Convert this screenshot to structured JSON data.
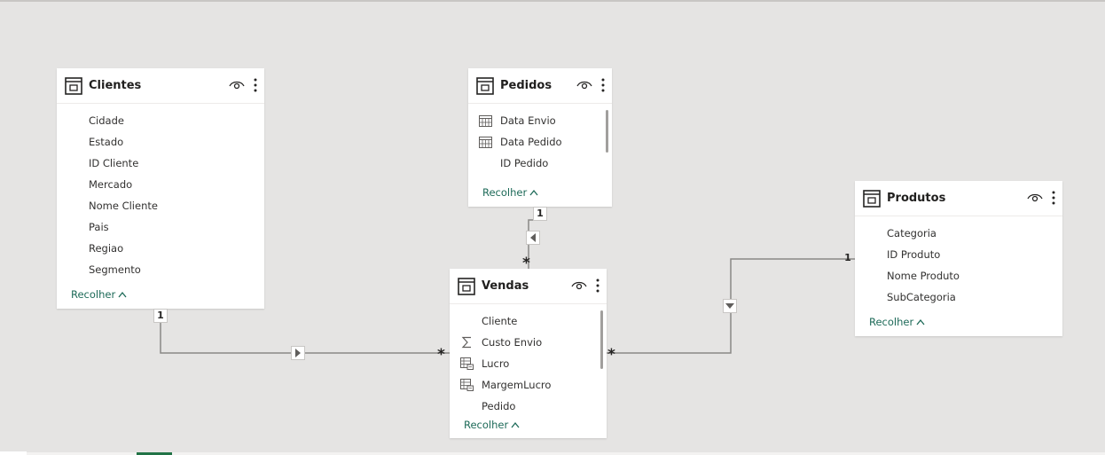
{
  "tables": {
    "clientes": {
      "title": "Clientes",
      "fields": [
        "Cidade",
        "Estado",
        "ID Cliente",
        "Mercado",
        "Nome Cliente",
        "Pais",
        "Regiao",
        "Segmento"
      ],
      "collapse_label": "Recolher"
    },
    "pedidos": {
      "title": "Pedidos",
      "fields": [
        "Data Envio",
        "Data Pedido",
        "ID Pedido"
      ],
      "collapse_label": "Recolher"
    },
    "vendas": {
      "title": "Vendas",
      "fields": [
        "Cliente",
        "Custo Envio",
        "Lucro",
        "MargemLucro",
        "Pedido"
      ],
      "collapse_label": "Recolher"
    },
    "produtos": {
      "title": "Produtos",
      "fields": [
        "Categoria",
        "ID Produto",
        "Nome Produto",
        "SubCategoria"
      ],
      "collapse_label": "Recolher"
    }
  },
  "relationships": {
    "clientes_vendas": {
      "one_label": "1",
      "many_label": "*"
    },
    "pedidos_vendas": {
      "one_label": "1",
      "many_label": "*"
    },
    "produtos_vendas": {
      "one_label": "1",
      "many_label": "*"
    }
  },
  "icons": {
    "table": "table-icon",
    "visibility": "eye-icon",
    "more": "more-options-icon",
    "date": "calendar-icon",
    "sum": "sigma-icon",
    "measure": "calculated-table-icon"
  },
  "colors": {
    "canvas": "#e5e4e3",
    "link": "#1d6a58",
    "line": "#8a8886",
    "accent": "#217346"
  }
}
